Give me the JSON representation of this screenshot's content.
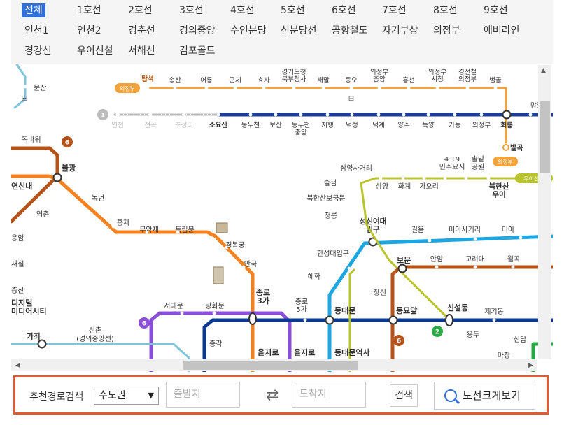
{
  "line_tabs": [
    {
      "label": "전체",
      "active": true
    },
    {
      "label": "1호선"
    },
    {
      "label": "2호선"
    },
    {
      "label": "3호선"
    },
    {
      "label": "4호선"
    },
    {
      "label": "5호선"
    },
    {
      "label": "6호선"
    },
    {
      "label": "7호선"
    },
    {
      "label": "8호선"
    },
    {
      "label": "9호선"
    },
    {
      "label": "인천1"
    },
    {
      "label": "인천2"
    },
    {
      "label": "경춘선"
    },
    {
      "label": "경의중앙"
    },
    {
      "label": "수인분당"
    },
    {
      "label": "신분당선"
    },
    {
      "label": "공항철도"
    },
    {
      "label": "자기부상"
    },
    {
      "label": "의정부"
    },
    {
      "label": "에버라인"
    },
    {
      "label": "경강선"
    },
    {
      "label": "우이신설"
    },
    {
      "label": "서해선"
    },
    {
      "label": "김포골드"
    }
  ],
  "map": {
    "colors": {
      "uijeongbu": "#f4a23a",
      "line1": "#1d3d9c",
      "line6": "#b5541a",
      "line3": "#f58220",
      "line5": "#8b4fd8",
      "line4": "#1ea6e0",
      "ui_sinseol": "#b9c42c",
      "line2": "#2aa844",
      "line1b": "#0a3a8f",
      "inactive": "#bbbbbb"
    },
    "badges": {
      "uijeongbu": "의정부",
      "line6": "6",
      "line5": "6",
      "line2": "2",
      "line6b": "6",
      "line1_grey": "1",
      "ui_sinseol": "우이신설"
    },
    "uijeongbu_stations": [
      "탑석",
      "송산",
      "어룡",
      "곤제",
      "효자",
      "경기도청 북부청사",
      "새말",
      "동오",
      "의정부 중앙",
      "흥선",
      "의정부 시청",
      "경전철 의정부",
      "범골"
    ],
    "line1_stations": [
      "연천",
      "전곡",
      "초성리",
      "소요산",
      "동두천",
      "보산",
      "동두천 중앙",
      "지행",
      "덕정",
      "덕계",
      "양주",
      "녹양",
      "가능",
      "의정부",
      "회룡",
      "망월사"
    ],
    "labels": {
      "munsan": "문산",
      "dokbawi": "독바위",
      "bulgwang": "불광",
      "yeonsinnae": "연신내",
      "nokbeon": "녹번",
      "yeokchon": "역촌",
      "hongje": "홍제",
      "muakjae": "무악재",
      "dongnimmun": "독립문",
      "gyeongbokgung": "경복궁",
      "anguk": "안국",
      "jongno3": "종로 3가",
      "jongno5": "종로 5가",
      "seodaemun": "서대문",
      "gwanghwamun": "광화문",
      "jonggak": "종각",
      "euljiro": "을지로",
      "euljiro2": "을지로",
      "dongdaemun": "동대문",
      "ddp": "동대문역사",
      "hyehwa": "혜화",
      "hansung": "한성대입구",
      "sungshin": "성신여대 입구",
      "bomun": "보문",
      "anam": "안암",
      "korea_univ": "고려대",
      "wolgok": "월곡",
      "changsin": "창신",
      "dongmyo": "동묘앞",
      "sinseol": "신설동",
      "jegi": "제기동",
      "yongdu": "용두",
      "sindap": "신답",
      "majang": "마장",
      "gireum": "길음",
      "mia_sageori": "미아사거리",
      "mia": "미아",
      "samyang_sageori": "삼양사거리",
      "solsaem": "솔샘",
      "samyang": "삼양",
      "hwagye": "화계",
      "gaori": "가오리",
      "bukhansan_ui": "북한산 우이",
      "bukhansan_bogungmun": "북한산보국문",
      "jeongneung": "정릉",
      "april19": "4·19 민주묘지",
      "solbat": "솔밭 공원",
      "balgok": "발곡",
      "sinchon": "신촌",
      "sinchon_sub": "(경의중앙선)",
      "gajwa": "가좌",
      "digital": "디지털 미디어시티",
      "saejeol": "새절",
      "eungam": "응암",
      "jeungsan": "증산"
    }
  },
  "search": {
    "label": "추천경로검색",
    "region": "수도권",
    "origin_placeholder": "출발지",
    "dest_placeholder": "도착지",
    "search_button": "검색",
    "zoom_button": "노선크게보기"
  }
}
